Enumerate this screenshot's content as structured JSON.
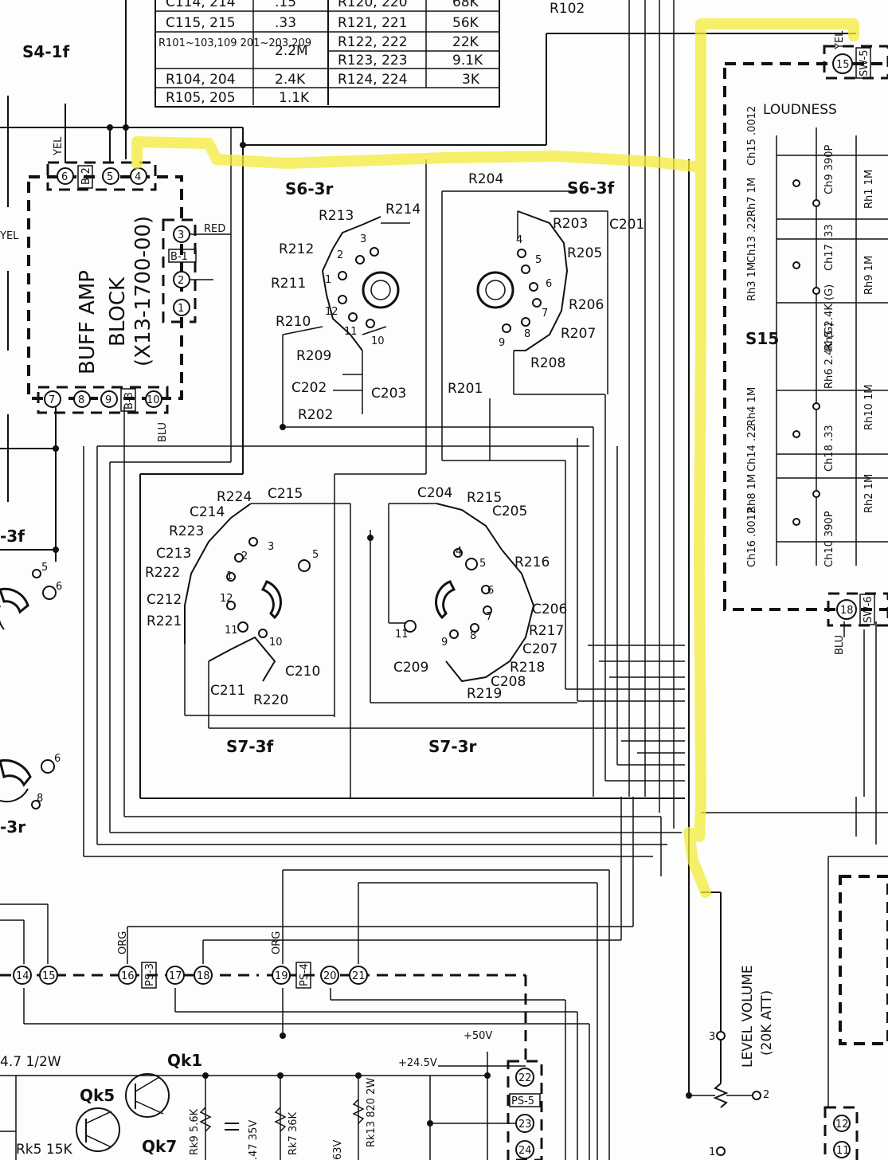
{
  "table": {
    "rows": [
      [
        "C114, 214",
        ".15",
        "R120, 220",
        "68K"
      ],
      [
        "C115, 215",
        ".33",
        "R121, 221",
        "56K"
      ],
      [
        "R101~103,109 201~203,209",
        "2.2M",
        "R122, 222",
        "22K"
      ],
      [
        "",
        "",
        "R123, 223",
        "9.1K"
      ],
      [
        "R104, 204",
        "2.4K",
        "R124, 224",
        "3K"
      ],
      [
        "R105, 205",
        "1.1K",
        "",
        ""
      ]
    ],
    "extra": "R102"
  },
  "blocks": {
    "buff_amp_l1": "BUFF AMP",
    "buff_amp_l2": "BLOCK",
    "buff_amp_l3": "(X13-1700-00)",
    "loudness": "LOUDNESS",
    "s15": "S15",
    "level": "LEVEL VOLUME",
    "att": "(20K ATT)"
  },
  "switch_labels": {
    "s4": "S4-1f",
    "s6r": "S6-3r",
    "s6f": "S6-3f",
    "s7f": "S7-3f",
    "s7r": "S7-3r",
    "s3f": "-3f",
    "s3r": "-3r"
  },
  "connectors": {
    "b2": "B-2",
    "b1": "B-1",
    "b3": "B-3",
    "sw5": "SW-5",
    "sw6": "SW-6",
    "ps3": "PS-3",
    "ps4": "PS-4",
    "ps5": "PS-5"
  },
  "wire_colors": {
    "yel": "YEL",
    "red": "RED",
    "blu": "BLU",
    "org": "ORG"
  },
  "pins": {
    "top": [
      "6",
      "5",
      "4"
    ],
    "right": [
      "3",
      "2",
      "1"
    ],
    "bottom": [
      "7",
      "8",
      "9",
      "10"
    ],
    "loud_top": "15",
    "loud_bot": "18",
    "row": [
      "14",
      "15",
      "16",
      "17",
      "18",
      "19",
      "20",
      "21"
    ],
    "ps5": [
      "22",
      "23",
      "24"
    ],
    "right_col": [
      "12",
      "11"
    ]
  },
  "components": {
    "s6r": [
      "R213",
      "R214",
      "R212",
      "R211",
      "R210",
      "R209",
      "C202",
      "C203",
      "R202"
    ],
    "s6f": [
      "R204",
      "R203",
      "C201",
      "R205",
      "R206",
      "R207",
      "R208",
      "R201"
    ],
    "s7f": [
      "R224",
      "C215",
      "C214",
      "R223",
      "C213",
      "R222",
      "C212",
      "R221",
      "C210",
      "C211",
      "R220"
    ],
    "s7r": [
      "C204",
      "R215",
      "C205",
      "R216",
      "C206",
      "R217",
      "C207",
      "R218",
      "C208",
      "R219",
      "C209"
    ],
    "loudness": [
      "Ch15 .0012",
      "Rh7 1M",
      "Ch9 390P",
      "Rh1 1M",
      "Ch13 .22",
      "Ch17 .33",
      "Rh3 1M",
      "Rh9 1M",
      "Rh5 2.4K (G)",
      "Rh6 2.4K (G)",
      "Rh4 1M",
      "Rh10 1M",
      "Ch14 .22",
      "Ch18 .33",
      "Rh8 1M",
      "Rh2 1M",
      "Ch16 .0012",
      "Ch10 390P"
    ],
    "bottom": [
      "4.7 1/2W",
      "Qk1",
      "Qk5",
      "Qk7",
      "Rk5 15K",
      "Rk9 5.6K",
      ".47 35V",
      "Rk7 36K",
      "63V",
      "Rk13 820 2W",
      "+24.5V",
      "+50V"
    ]
  },
  "numbers": {
    "s6r_pos": [
      "3",
      "2",
      "1",
      "12",
      "11",
      "10"
    ],
    "s6f_pos": [
      "4",
      "5",
      "6",
      "7",
      "8",
      "9"
    ],
    "s7f_pos": [
      "3",
      "2",
      "1",
      "12",
      "11",
      "10",
      "5"
    ],
    "s7r_pos": [
      "4",
      "5",
      "6",
      "7",
      "8",
      "9",
      "11"
    ],
    "vol_pos": [
      "3",
      "2",
      "1"
    ],
    "left_pos": [
      "5",
      "6",
      "6",
      "8"
    ]
  },
  "highlight_color": "#f3ea3a"
}
